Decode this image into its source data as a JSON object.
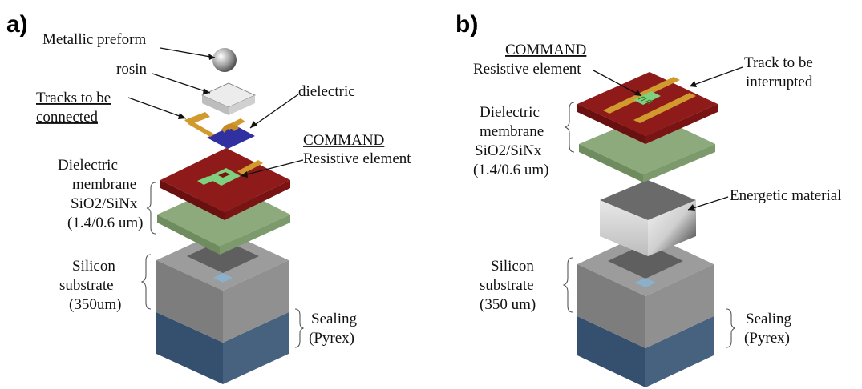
{
  "panel_a": {
    "label": "a)",
    "metallic_preform": "Metallic preform",
    "rosin": "rosin",
    "tracks_line1": "Tracks to be",
    "tracks_line2": "connected",
    "dielectric": "dielectric",
    "command": "COMMAND",
    "resistive_element": "Resistive element",
    "membrane_line1": "Dielectric",
    "membrane_line2": "membrane",
    "membrane_line3": "SiO2/SiNx",
    "membrane_line4": "(1.4/0.6 um)",
    "silicon_line1": "Silicon",
    "silicon_line2": "substrate",
    "silicon_line3": "(350um)",
    "sealing_line1": "Sealing",
    "sealing_line2": "(Pyrex)"
  },
  "panel_b": {
    "label": "b)",
    "command": "COMMAND",
    "resistive_element": "Resistive element",
    "track_line1": "Track to be",
    "track_line2": "interrupted",
    "membrane_line1": "Dielectric",
    "membrane_line2": "membrane",
    "membrane_line3": "SiO2/SiNx",
    "membrane_line4": "(1.4/0.6 um)",
    "energetic": "Energetic material",
    "silicon_line1": "Silicon",
    "silicon_line2": "substrate",
    "silicon_line3": "(350 um)",
    "sealing_line1": "Sealing",
    "sealing_line2": "(Pyrex)"
  },
  "colors": {
    "red_membrane": "#8f1a1a",
    "green_membrane": "#8daa7c",
    "silicon_gray": "#8c8c8c",
    "pyrex_blue": "#3d5878",
    "track_orange": "#d19a2e",
    "dielectric_blue": "#3030a0"
  }
}
